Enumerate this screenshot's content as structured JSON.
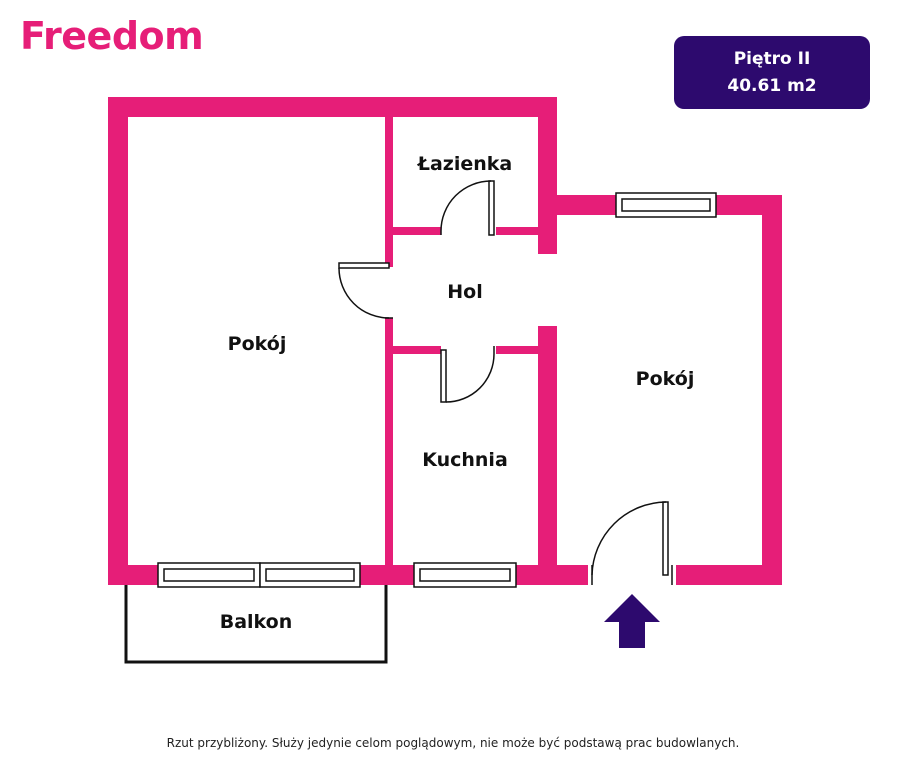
{
  "brand": {
    "name": "Freedom",
    "color": "#e61e78"
  },
  "floor_info": {
    "floor": "Piętro II",
    "area": "40.61 m2",
    "bg_color": "#2d0a6e"
  },
  "rooms": {
    "pokoj_left": "Pokój",
    "lazienka": "Łazienka",
    "hol": "Hol",
    "kuchnia": "Kuchnia",
    "pokoj_right": "Pokój",
    "balkon": "Balkon"
  },
  "entrance": {
    "icon": "arrow-up-icon",
    "color": "#2d0a6e"
  },
  "wall_color": "#e61e78",
  "disclaimer": "Rzut przybliżony. Służy jedynie celom poglądowym, nie może być podstawą prac budowlanych."
}
